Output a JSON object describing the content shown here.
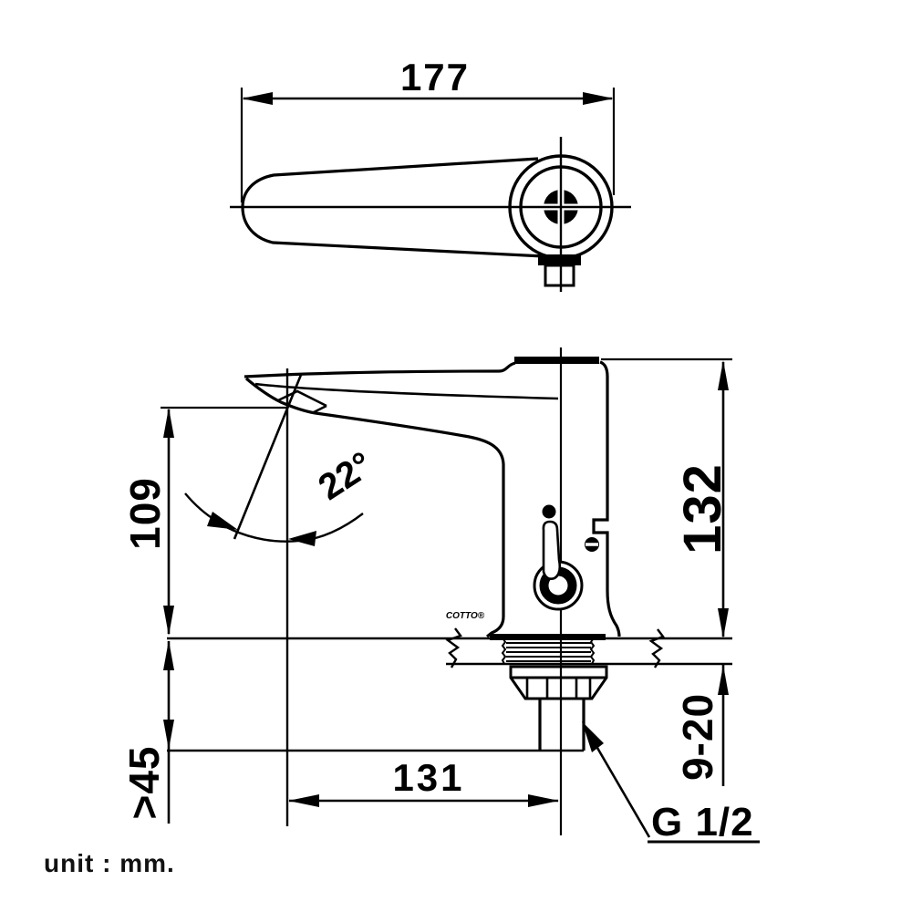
{
  "dimensions": {
    "top_length": "177",
    "spout_height": "109",
    "spout_angle": "22°",
    "body_height": "132",
    "spout_reach": "131",
    "min_clearance": ">45",
    "deck_thickness_range": "9-20",
    "thread_size": "G 1/2"
  },
  "labels": {
    "unit_note": "unit : mm.",
    "brand": "COTTO®"
  }
}
